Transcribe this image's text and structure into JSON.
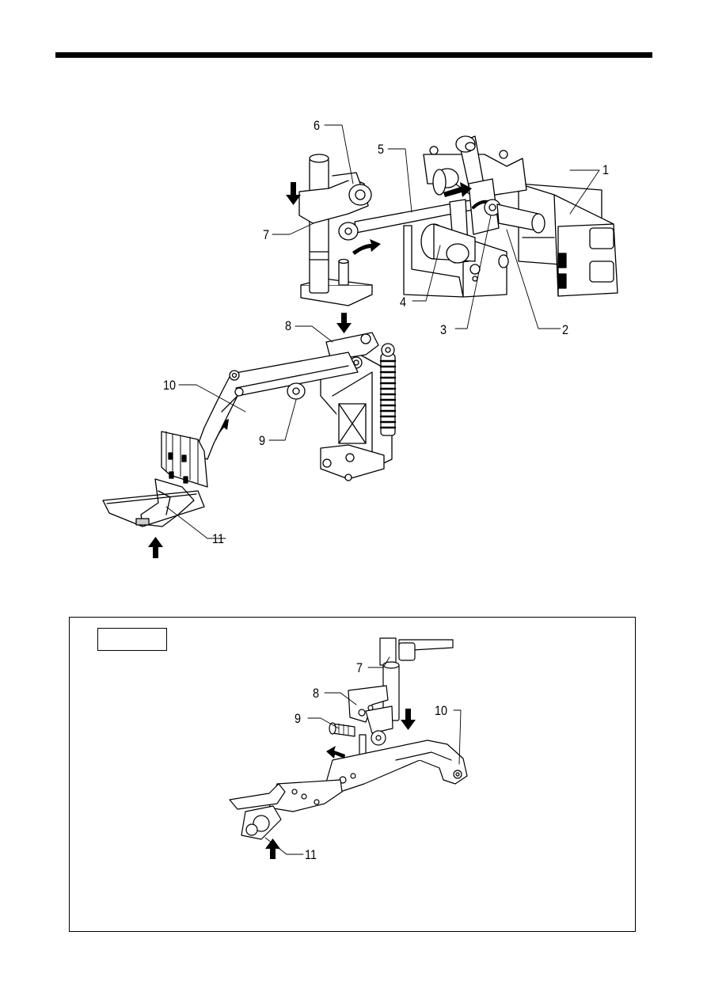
{
  "figure1": {
    "callouts": [
      "1",
      "2",
      "3",
      "4",
      "5",
      "6",
      "7",
      "8",
      "9",
      "10",
      "11"
    ]
  },
  "figure2": {
    "callouts": [
      "7",
      "8",
      "9",
      "10",
      "11"
    ],
    "tag_label": ""
  }
}
